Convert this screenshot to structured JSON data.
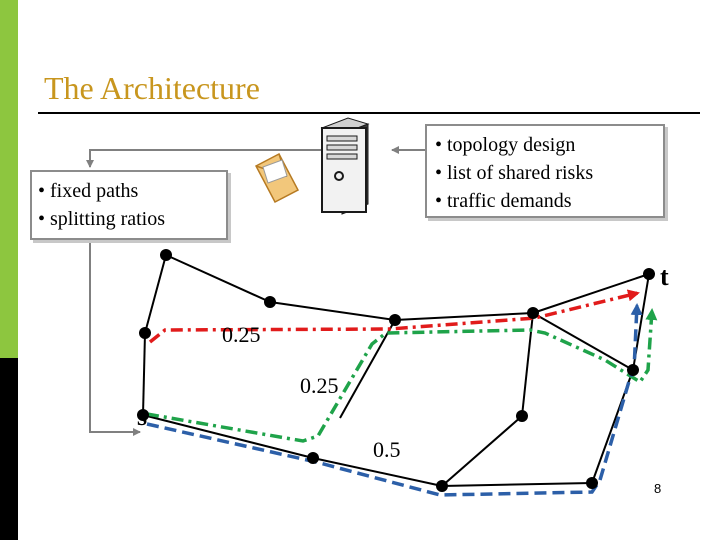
{
  "slide": {
    "title": "The Architecture",
    "page_number": "8"
  },
  "input_box": {
    "lines": [
      "• topology design",
      "• list of shared risks",
      "• traffic demands"
    ]
  },
  "output_box": {
    "lines": [
      "• fixed paths",
      "• splitting ratios"
    ]
  },
  "graph": {
    "source_label": "s",
    "sink_label": "t",
    "edge_weights": [
      "0.25",
      "0.25",
      "0.5"
    ],
    "path_colors": {
      "red": "#e11b1b",
      "green": "#1fa34a",
      "blue": "#2c5fa8"
    }
  },
  "icons": [
    "server-icon",
    "envelope-icon"
  ]
}
